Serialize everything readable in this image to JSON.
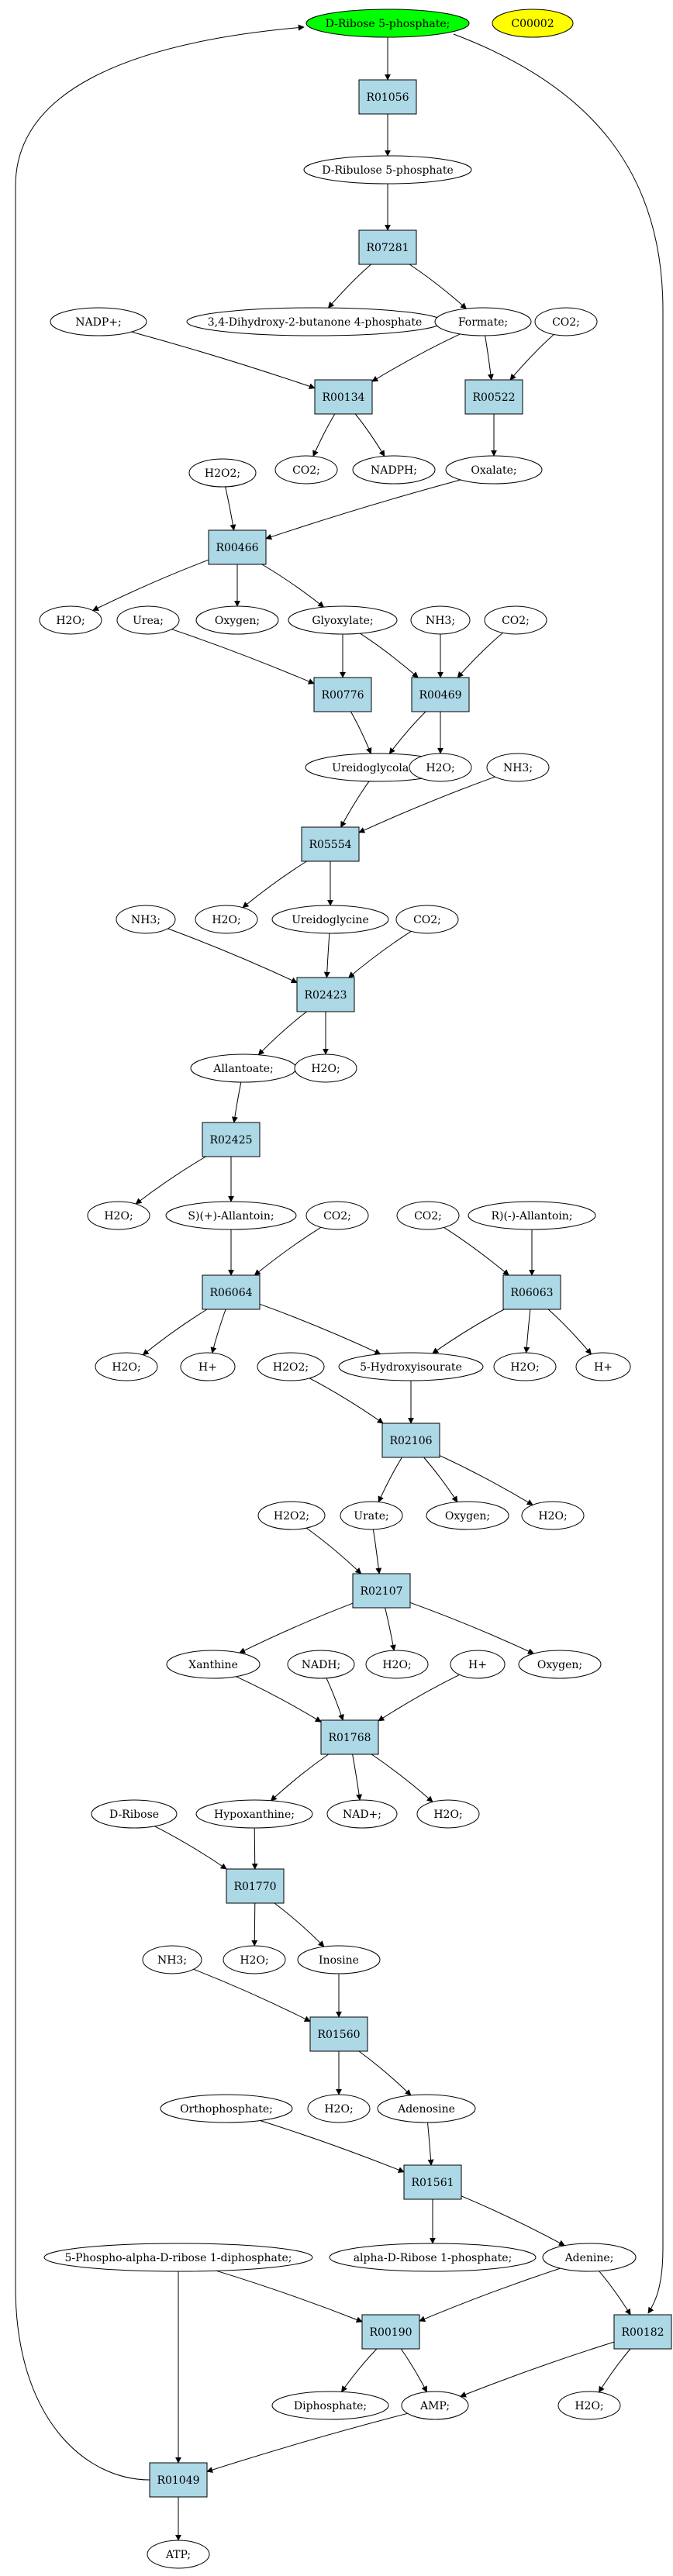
{
  "diagram": {
    "nodes": [
      {
        "id": "dr5p_top",
        "label": "D-Ribose 5-phosphate;",
        "kind": "metabolite",
        "fill": "#00ff00"
      },
      {
        "id": "c00002",
        "label": "C00002",
        "kind": "metabolite",
        "fill": "#ffff00"
      },
      {
        "id": "r01056",
        "label": "R01056",
        "kind": "reaction"
      },
      {
        "id": "dru5p",
        "label": "D-Ribulose 5-phosphate",
        "kind": "metabolite"
      },
      {
        "id": "r07281",
        "label": "R07281",
        "kind": "reaction"
      },
      {
        "id": "dhb4p",
        "label": "3,4-Dihydroxy-2-butanone 4-phosphate",
        "kind": "metabolite"
      },
      {
        "id": "nadp",
        "label": "NADP+;",
        "kind": "metabolite"
      },
      {
        "id": "formate",
        "label": "Formate;",
        "kind": "metabolite"
      },
      {
        "id": "co2_a",
        "label": "CO2;",
        "kind": "metabolite"
      },
      {
        "id": "r00134",
        "label": "R00134",
        "kind": "reaction"
      },
      {
        "id": "r00522",
        "label": "R00522",
        "kind": "reaction"
      },
      {
        "id": "co2_b",
        "label": "CO2;",
        "kind": "metabolite"
      },
      {
        "id": "nadph",
        "label": "NADPH;",
        "kind": "metabolite"
      },
      {
        "id": "oxalate",
        "label": "Oxalate;",
        "kind": "metabolite"
      },
      {
        "id": "h2o2_a",
        "label": "H2O2;",
        "kind": "metabolite"
      },
      {
        "id": "r00466",
        "label": "R00466",
        "kind": "reaction"
      },
      {
        "id": "h2o_a",
        "label": "H2O;",
        "kind": "metabolite"
      },
      {
        "id": "urea",
        "label": "Urea;",
        "kind": "metabolite"
      },
      {
        "id": "oxygen_a",
        "label": "Oxygen;",
        "kind": "metabolite"
      },
      {
        "id": "glyoxylate",
        "label": "Glyoxylate;",
        "kind": "metabolite"
      },
      {
        "id": "nh3_a",
        "label": "NH3;",
        "kind": "metabolite"
      },
      {
        "id": "co2_c",
        "label": "CO2;",
        "kind": "metabolite"
      },
      {
        "id": "r00776",
        "label": "R00776",
        "kind": "reaction"
      },
      {
        "id": "r00469",
        "label": "R00469",
        "kind": "reaction"
      },
      {
        "id": "ureidoglycolate",
        "label": "Ureidoglycolate;",
        "kind": "metabolite"
      },
      {
        "id": "h2o_b",
        "label": "H2O;",
        "kind": "metabolite"
      },
      {
        "id": "nh3_b",
        "label": "NH3;",
        "kind": "metabolite"
      },
      {
        "id": "r05554",
        "label": "R05554",
        "kind": "reaction"
      },
      {
        "id": "nh3_c",
        "label": "NH3;",
        "kind": "metabolite"
      },
      {
        "id": "h2o_c",
        "label": "H2O;",
        "kind": "metabolite"
      },
      {
        "id": "ureidoglycine",
        "label": "Ureidoglycine",
        "kind": "metabolite"
      },
      {
        "id": "co2_d",
        "label": "CO2;",
        "kind": "metabolite"
      },
      {
        "id": "r02423",
        "label": "R02423",
        "kind": "reaction"
      },
      {
        "id": "allantoate",
        "label": "Allantoate;",
        "kind": "metabolite"
      },
      {
        "id": "h2o_d",
        "label": "H2O;",
        "kind": "metabolite"
      },
      {
        "id": "r02425",
        "label": "R02425",
        "kind": "reaction"
      },
      {
        "id": "h2o_e",
        "label": "H2O;",
        "kind": "metabolite"
      },
      {
        "id": "s_allantoin",
        "label": "S)(+)-Allantoin;",
        "kind": "metabolite"
      },
      {
        "id": "co2_e",
        "label": "CO2;",
        "kind": "metabolite"
      },
      {
        "id": "co2_f",
        "label": "CO2;",
        "kind": "metabolite"
      },
      {
        "id": "r_allantoin",
        "label": "R)(-)-Allantoin;",
        "kind": "metabolite"
      },
      {
        "id": "r06064",
        "label": "R06064",
        "kind": "reaction"
      },
      {
        "id": "r06063",
        "label": "R06063",
        "kind": "reaction"
      },
      {
        "id": "h2o_f",
        "label": "H2O;",
        "kind": "metabolite"
      },
      {
        "id": "hplus_a",
        "label": "H+",
        "kind": "metabolite"
      },
      {
        "id": "h2o2_b",
        "label": "H2O2;",
        "kind": "metabolite"
      },
      {
        "id": "hiu",
        "label": "5-Hydroxyisourate",
        "kind": "metabolite"
      },
      {
        "id": "h2o_g",
        "label": "H2O;",
        "kind": "metabolite"
      },
      {
        "id": "hplus_b",
        "label": "H+",
        "kind": "metabolite"
      },
      {
        "id": "r02106",
        "label": "R02106",
        "kind": "reaction"
      },
      {
        "id": "h2o2_c",
        "label": "H2O2;",
        "kind": "metabolite"
      },
      {
        "id": "urate",
        "label": "Urate;",
        "kind": "metabolite"
      },
      {
        "id": "oxygen_b",
        "label": "Oxygen;",
        "kind": "metabolite"
      },
      {
        "id": "h2o_h",
        "label": "H2O;",
        "kind": "metabolite"
      },
      {
        "id": "r02107",
        "label": "R02107",
        "kind": "reaction"
      },
      {
        "id": "xanthine",
        "label": "Xanthine",
        "kind": "metabolite"
      },
      {
        "id": "nadh",
        "label": "NADH;",
        "kind": "metabolite"
      },
      {
        "id": "h2o_i",
        "label": "H2O;",
        "kind": "metabolite"
      },
      {
        "id": "hplus_c",
        "label": "H+",
        "kind": "metabolite"
      },
      {
        "id": "oxygen_c",
        "label": "Oxygen;",
        "kind": "metabolite"
      },
      {
        "id": "r01768",
        "label": "R01768",
        "kind": "reaction"
      },
      {
        "id": "dribose",
        "label": "D-Ribose",
        "kind": "metabolite"
      },
      {
        "id": "hypoxanthine",
        "label": "Hypoxanthine;",
        "kind": "metabolite"
      },
      {
        "id": "nadplus",
        "label": "NAD+;",
        "kind": "metabolite"
      },
      {
        "id": "h2o_j",
        "label": "H2O;",
        "kind": "metabolite"
      },
      {
        "id": "r01770",
        "label": "R01770",
        "kind": "reaction"
      },
      {
        "id": "nh3_d",
        "label": "NH3;",
        "kind": "metabolite"
      },
      {
        "id": "h2o_k",
        "label": "H2O;",
        "kind": "metabolite"
      },
      {
        "id": "inosine",
        "label": "Inosine",
        "kind": "metabolite"
      },
      {
        "id": "r01560",
        "label": "R01560",
        "kind": "reaction"
      },
      {
        "id": "orthophosphate",
        "label": "Orthophosphate;",
        "kind": "metabolite"
      },
      {
        "id": "h2o_l",
        "label": "H2O;",
        "kind": "metabolite"
      },
      {
        "id": "adenosine",
        "label": "Adenosine",
        "kind": "metabolite"
      },
      {
        "id": "r01561",
        "label": "R01561",
        "kind": "reaction"
      },
      {
        "id": "prpp",
        "label": "5-Phospho-alpha-D-ribose 1-diphosphate;",
        "kind": "metabolite"
      },
      {
        "id": "adr1p",
        "label": "alpha-D-Ribose 1-phosphate;",
        "kind": "metabolite"
      },
      {
        "id": "adenine",
        "label": "Adenine;",
        "kind": "metabolite"
      },
      {
        "id": "r00190",
        "label": "R00190",
        "kind": "reaction"
      },
      {
        "id": "r00182",
        "label": "R00182",
        "kind": "reaction"
      },
      {
        "id": "diphosphate",
        "label": "Diphosphate;",
        "kind": "metabolite"
      },
      {
        "id": "amp",
        "label": "AMP;",
        "kind": "metabolite"
      },
      {
        "id": "h2o_m",
        "label": "H2O;",
        "kind": "metabolite"
      },
      {
        "id": "r01049",
        "label": "R01049",
        "kind": "reaction"
      },
      {
        "id": "atp",
        "label": "ATP;",
        "kind": "metabolite"
      }
    ],
    "edges": [
      [
        "dr5p_top",
        "r01056"
      ],
      [
        "r01056",
        "dru5p"
      ],
      [
        "dru5p",
        "r07281"
      ],
      [
        "r07281",
        "dhb4p"
      ],
      [
        "r07281",
        "formate"
      ],
      [
        "nadp",
        "r00134"
      ],
      [
        "formate",
        "r00134"
      ],
      [
        "formate",
        "r00522"
      ],
      [
        "co2_a",
        "r00522"
      ],
      [
        "r00134",
        "co2_b"
      ],
      [
        "r00134",
        "nadph"
      ],
      [
        "r00522",
        "oxalate"
      ],
      [
        "h2o2_a",
        "r00466"
      ],
      [
        "oxalate",
        "r00466"
      ],
      [
        "r00466",
        "h2o_a"
      ],
      [
        "r00466",
        "oxygen_a"
      ],
      [
        "r00466",
        "glyoxylate"
      ],
      [
        "urea",
        "r00776"
      ],
      [
        "glyoxylate",
        "r00776"
      ],
      [
        "glyoxylate",
        "r00469"
      ],
      [
        "nh3_a",
        "r00469"
      ],
      [
        "co2_c",
        "r00469"
      ],
      [
        "r00776",
        "ureidoglycolate"
      ],
      [
        "r00469",
        "ureidoglycolate"
      ],
      [
        "r00469",
        "h2o_b"
      ],
      [
        "ureidoglycolate",
        "r05554"
      ],
      [
        "nh3_b",
        "r05554"
      ],
      [
        "r05554",
        "h2o_c"
      ],
      [
        "r05554",
        "ureidoglycine"
      ],
      [
        "nh3_c",
        "r02423"
      ],
      [
        "ureidoglycine",
        "r02423"
      ],
      [
        "co2_d",
        "r02423"
      ],
      [
        "r02423",
        "allantoate"
      ],
      [
        "r02423",
        "h2o_d"
      ],
      [
        "allantoate",
        "r02425"
      ],
      [
        "r02425",
        "h2o_e"
      ],
      [
        "r02425",
        "s_allantoin"
      ],
      [
        "s_allantoin",
        "r06064"
      ],
      [
        "co2_e",
        "r06064"
      ],
      [
        "co2_f",
        "r06063"
      ],
      [
        "r_allantoin",
        "r06063"
      ],
      [
        "r06064",
        "h2o_f"
      ],
      [
        "r06064",
        "hplus_a"
      ],
      [
        "r06064",
        "hiu"
      ],
      [
        "r06063",
        "hiu"
      ],
      [
        "r06063",
        "h2o_g"
      ],
      [
        "r06063",
        "hplus_b"
      ],
      [
        "h2o2_b",
        "r02106"
      ],
      [
        "hiu",
        "r02106"
      ],
      [
        "r02106",
        "urate"
      ],
      [
        "r02106",
        "oxygen_b"
      ],
      [
        "r02106",
        "h2o_h"
      ],
      [
        "h2o2_c",
        "r02107"
      ],
      [
        "urate",
        "r02107"
      ],
      [
        "r02107",
        "xanthine"
      ],
      [
        "r02107",
        "h2o_i"
      ],
      [
        "r02107",
        "oxygen_c"
      ],
      [
        "xanthine",
        "r01768"
      ],
      [
        "nadh",
        "r01768"
      ],
      [
        "hplus_c",
        "r01768"
      ],
      [
        "r01768",
        "hypoxanthine"
      ],
      [
        "r01768",
        "nadplus"
      ],
      [
        "r01768",
        "h2o_j"
      ],
      [
        "dribose",
        "r01770"
      ],
      [
        "hypoxanthine",
        "r01770"
      ],
      [
        "r01770",
        "h2o_k"
      ],
      [
        "r01770",
        "inosine"
      ],
      [
        "nh3_d",
        "r01560"
      ],
      [
        "inosine",
        "r01560"
      ],
      [
        "r01560",
        "h2o_l"
      ],
      [
        "r01560",
        "adenosine"
      ],
      [
        "orthophosphate",
        "r01561"
      ],
      [
        "adenosine",
        "r01561"
      ],
      [
        "r01561",
        "adr1p"
      ],
      [
        "r01561",
        "adenine"
      ],
      [
        "prpp",
        "r00190"
      ],
      [
        "adenine",
        "r00190"
      ],
      [
        "adenine",
        "r00182"
      ],
      [
        "dr5p_top",
        "r00182"
      ],
      [
        "r00190",
        "diphosphate"
      ],
      [
        "r00190",
        "amp"
      ],
      [
        "r00182",
        "amp"
      ],
      [
        "r00182",
        "h2o_m"
      ],
      [
        "prpp",
        "r01049"
      ],
      [
        "amp",
        "r01049"
      ],
      [
        "r01049",
        "atp"
      ],
      [
        "r01049",
        "dr5p_top"
      ]
    ]
  }
}
